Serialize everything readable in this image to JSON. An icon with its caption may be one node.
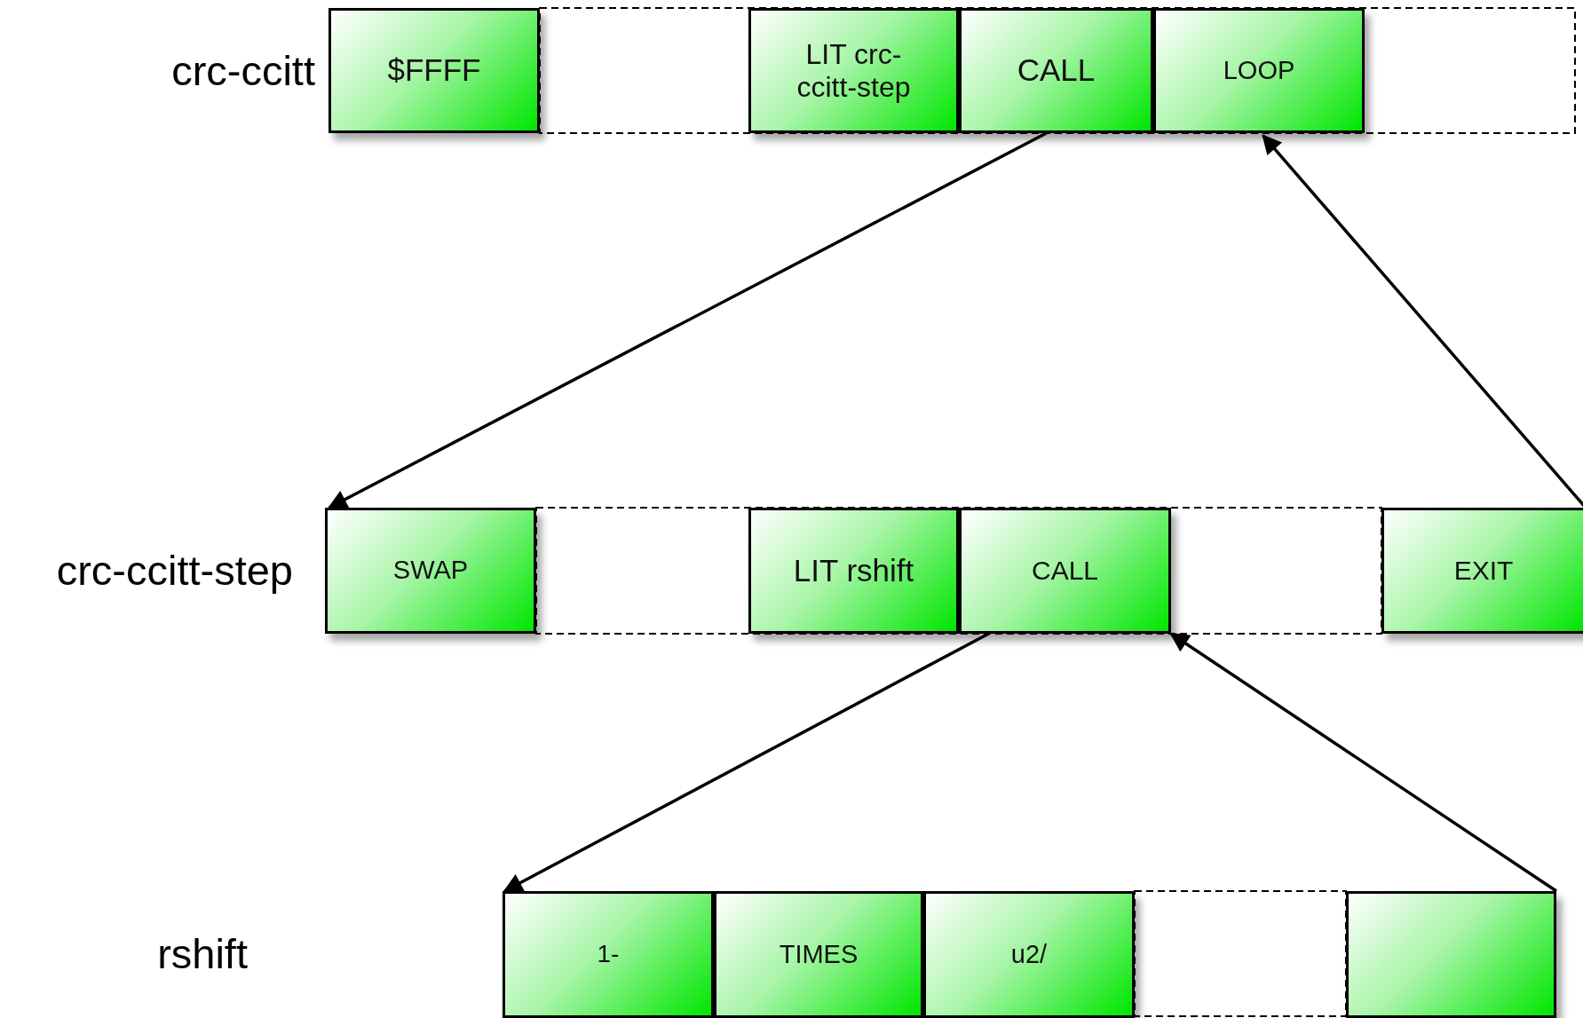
{
  "diagram": {
    "nodes": [
      {
        "text": [
          "$FFFF"
        ]
      },
      {
        "text": [
          "LIT crc-ccitt-step"
        ]
      },
      {
        "text": [
          "CALL"
        ]
      },
      {
        "text": [
          "LOOP"
        ]
      },
      {
        "text": [
          "SWAP"
        ]
      },
      {
        "text": [
          "LIT rshift"
        ]
      },
      {
        "text": [
          "CALL"
        ]
      },
      {
        "text": [
          "EXIT"
        ]
      },
      {
        "text": [
          "1-"
        ]
      },
      {
        "text": [
          "TIMES"
        ]
      },
      {
        "text": [
          "u2/"
        ]
      },
      {
        "text": [],
        "shape": "box"
      }
    ],
    "edges": [
      {
        "from": 2,
        "to": 4,
        "arrow": "to"
      },
      {
        "from": 7,
        "to": 3,
        "arrow": "to"
      },
      {
        "from": 6,
        "to": 8,
        "arrow": "to"
      },
      {
        "from": 11,
        "to": 6,
        "arrow": "to"
      }
    ],
    "labels": [
      "crc-ccitt",
      "crc-ccitt-step",
      "rshift"
    ]
  }
}
